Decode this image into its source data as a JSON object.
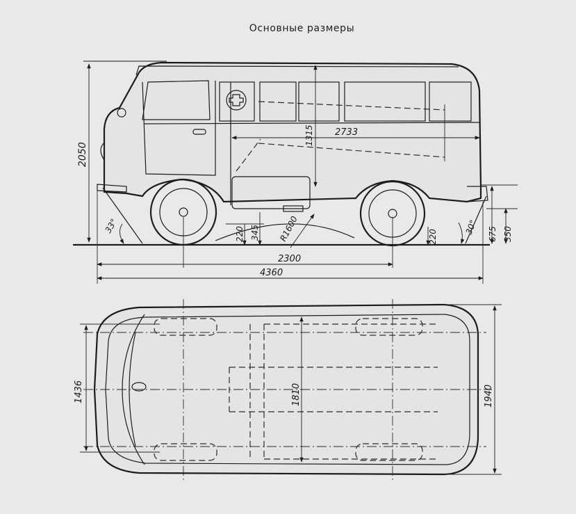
{
  "title": "Основные размеры",
  "dimensions": {
    "height_total": "2050",
    "interior_length": "2733",
    "interior_height": "1315",
    "approach_angle": "33°",
    "departure_angle": "30°",
    "front_clearance": "220",
    "axle_height": "345",
    "turn_radius": "R1600",
    "rear_clearance": "220",
    "rear_step_high": "675",
    "rear_step_low": "350",
    "wheelbase": "2300",
    "overall_length": "4360",
    "track": "1436",
    "interior_width": "1810",
    "overall_width": "1940"
  }
}
